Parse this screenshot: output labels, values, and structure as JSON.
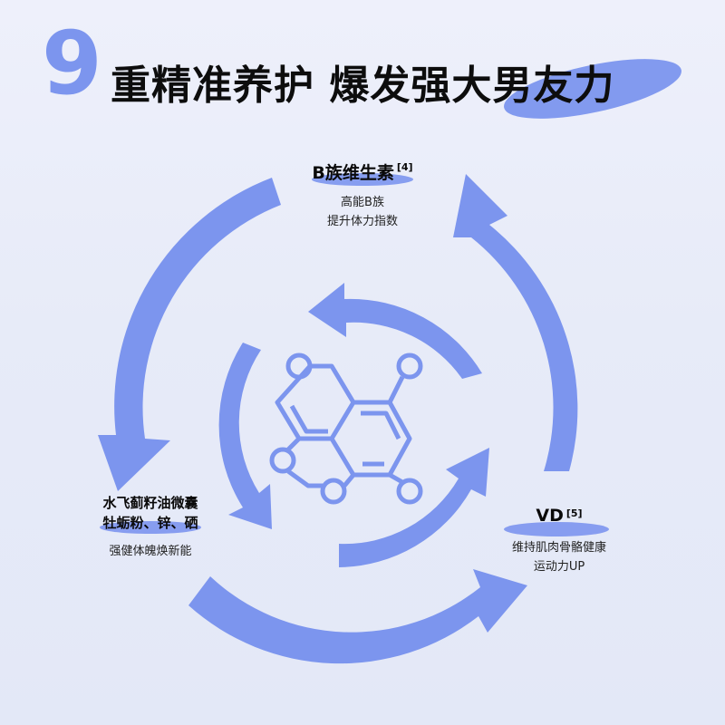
{
  "title": {
    "number": "9",
    "text": "重精准养护 爆发强大男友力"
  },
  "colors": {
    "accent": "#7c95ee",
    "accent_light": "#8aa2f3",
    "background": "#e9ecf9",
    "text": "#0d0d0d"
  },
  "nodes": {
    "top": {
      "name": "B族维生素",
      "ref": "[4]",
      "lines": [
        "高能B族",
        "提升体力指数"
      ]
    },
    "left": {
      "name_lines": [
        "水飞蓟籽油微囊",
        "牡蛎粉、锌、硒"
      ],
      "lines": [
        "强健体魄焕新能"
      ]
    },
    "right": {
      "name": "VD",
      "ref": "[5]",
      "lines": [
        "维持肌肉骨骼健康",
        "运动力UP"
      ]
    }
  },
  "icons": {
    "outer_cycle": "three-arrow-cycle-icon",
    "inner_cycle": "three-arrow-inner-cycle-icon",
    "center": "molecule-icon"
  }
}
